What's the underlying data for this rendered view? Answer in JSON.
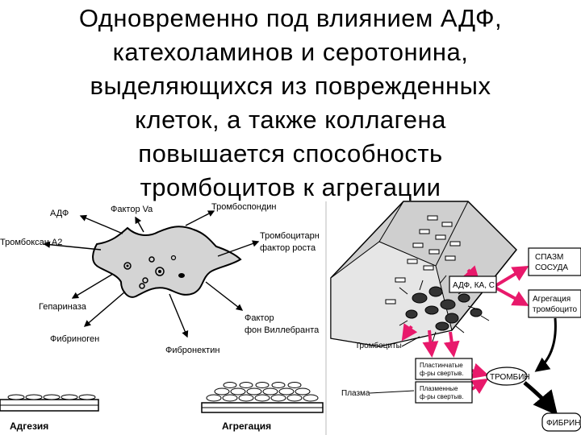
{
  "title": {
    "lines": [
      "Одновременно  под  влиянием   АДФ,",
      "катехоламинов   и   серотонина,",
      "выделяющихся   из   поврежденных",
      "клеток,   а   также   коллагена",
      "повышается   способность",
      "тромбоцитов   к   агрегации"
    ]
  },
  "left_diagram": {
    "labels": {
      "adf": "АДФ",
      "factor_va": "Фактор Va",
      "thrombospondin": "Тромбоспондин",
      "thromboxane": "Тромбоксан А2",
      "growth_factor_1": "Тромбоцитарн",
      "growth_factor_2": "фактор роста",
      "heparinase": "Гепариназа",
      "fibrinogen": "Фибриноген",
      "fibronectin": "Фибронектин",
      "vwf_1": "Фактор",
      "vwf_2": "фон Виллебранта"
    },
    "adhesion_label": "Адгезия",
    "aggregation_label": "Агрегация"
  },
  "right_diagram": {
    "spasm_1": "СПАЗМ",
    "spasm_2": "СОСУДА",
    "adf_ka_s": "АДФ, КА, С",
    "aggregation_1": "Агрегация",
    "aggregation_2": "тромбоцито",
    "platelets": "Тромбоциты",
    "plastic_1": "Пластинчатые",
    "plastic_2": "ф-ры свертыв.",
    "thrombin": "ТРОМБИН",
    "plasma": "Плазма",
    "plasma_factors_1": "Плазменные",
    "plasma_factors_2": "ф-ры свертыв.",
    "fibrin": "ФИБРИН"
  },
  "colors": {
    "arrow_accent": "#e8196b"
  }
}
